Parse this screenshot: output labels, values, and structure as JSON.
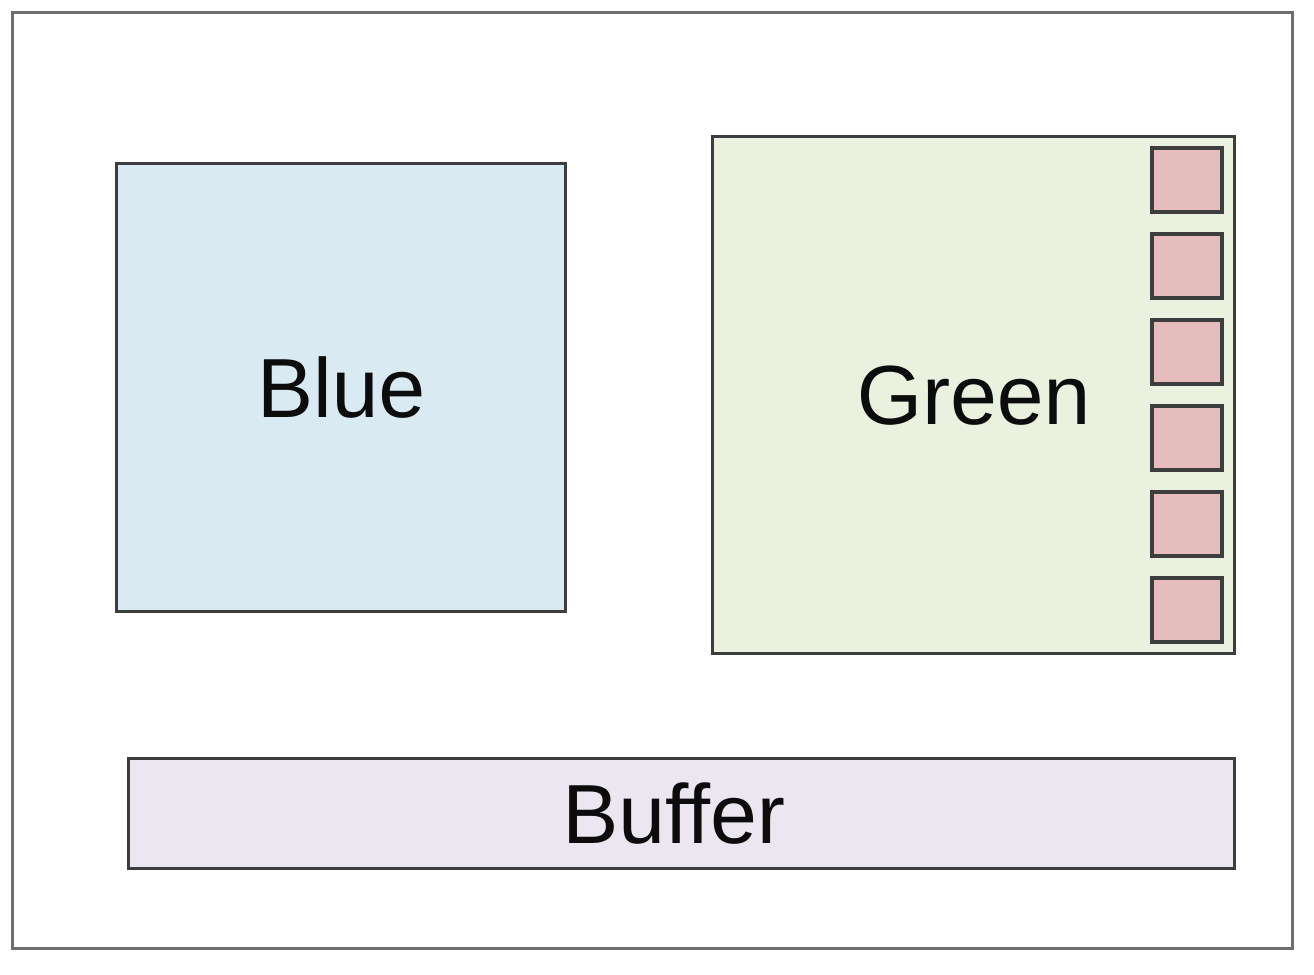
{
  "diagram": {
    "title": "",
    "frame": {
      "name": "outer-frame",
      "border_color": "#6e6e6e",
      "background": "#ffffff"
    },
    "blocks": [
      {
        "id": "blue",
        "label": "Blue",
        "fill": "#daeaf2",
        "border": "#3d3d3d",
        "shape": "rectangle"
      },
      {
        "id": "green",
        "label": "Green",
        "fill": "#eaf1de",
        "border": "#3d3d3d",
        "shape": "rectangle"
      },
      {
        "id": "buffer",
        "label": "Buffer",
        "fill": "#ebe6ef",
        "border": "#3d3d3d",
        "shape": "rectangle"
      }
    ],
    "slots": {
      "count": 6,
      "fill": "#e6bdbd",
      "border": "#3d3d3d",
      "items": [
        {
          "label": ""
        },
        {
          "label": ""
        },
        {
          "label": ""
        },
        {
          "label": ""
        },
        {
          "label": ""
        },
        {
          "label": ""
        }
      ]
    },
    "text_color": "#0c0c0c"
  }
}
